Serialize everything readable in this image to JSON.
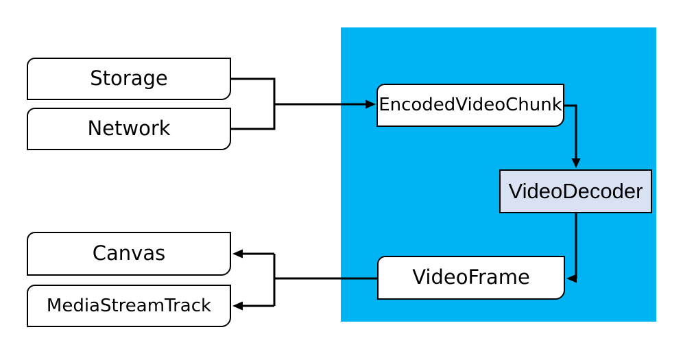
{
  "colors": {
    "panel": "#00b3f2",
    "node_fill": "#ffffff",
    "decoder_fill": "#d8e2f2",
    "line": "#000000",
    "text": "#000000"
  },
  "nodes": {
    "storage": "Storage",
    "network": "Network",
    "encoded_video_chunk": "EncodedVideoChunk",
    "video_decoder": "VideoDecoder",
    "video_frame": "VideoFrame",
    "canvas": "Canvas",
    "media_stream_track": "MediaStreamTrack"
  },
  "edges": [
    {
      "from": "Storage",
      "to": "EncodedVideoChunk"
    },
    {
      "from": "Network",
      "to": "EncodedVideoChunk"
    },
    {
      "from": "EncodedVideoChunk",
      "to": "VideoDecoder"
    },
    {
      "from": "VideoDecoder",
      "to": "VideoFrame"
    },
    {
      "from": "VideoFrame",
      "to": "Canvas"
    },
    {
      "from": "VideoFrame",
      "to": "MediaStreamTrack"
    }
  ]
}
